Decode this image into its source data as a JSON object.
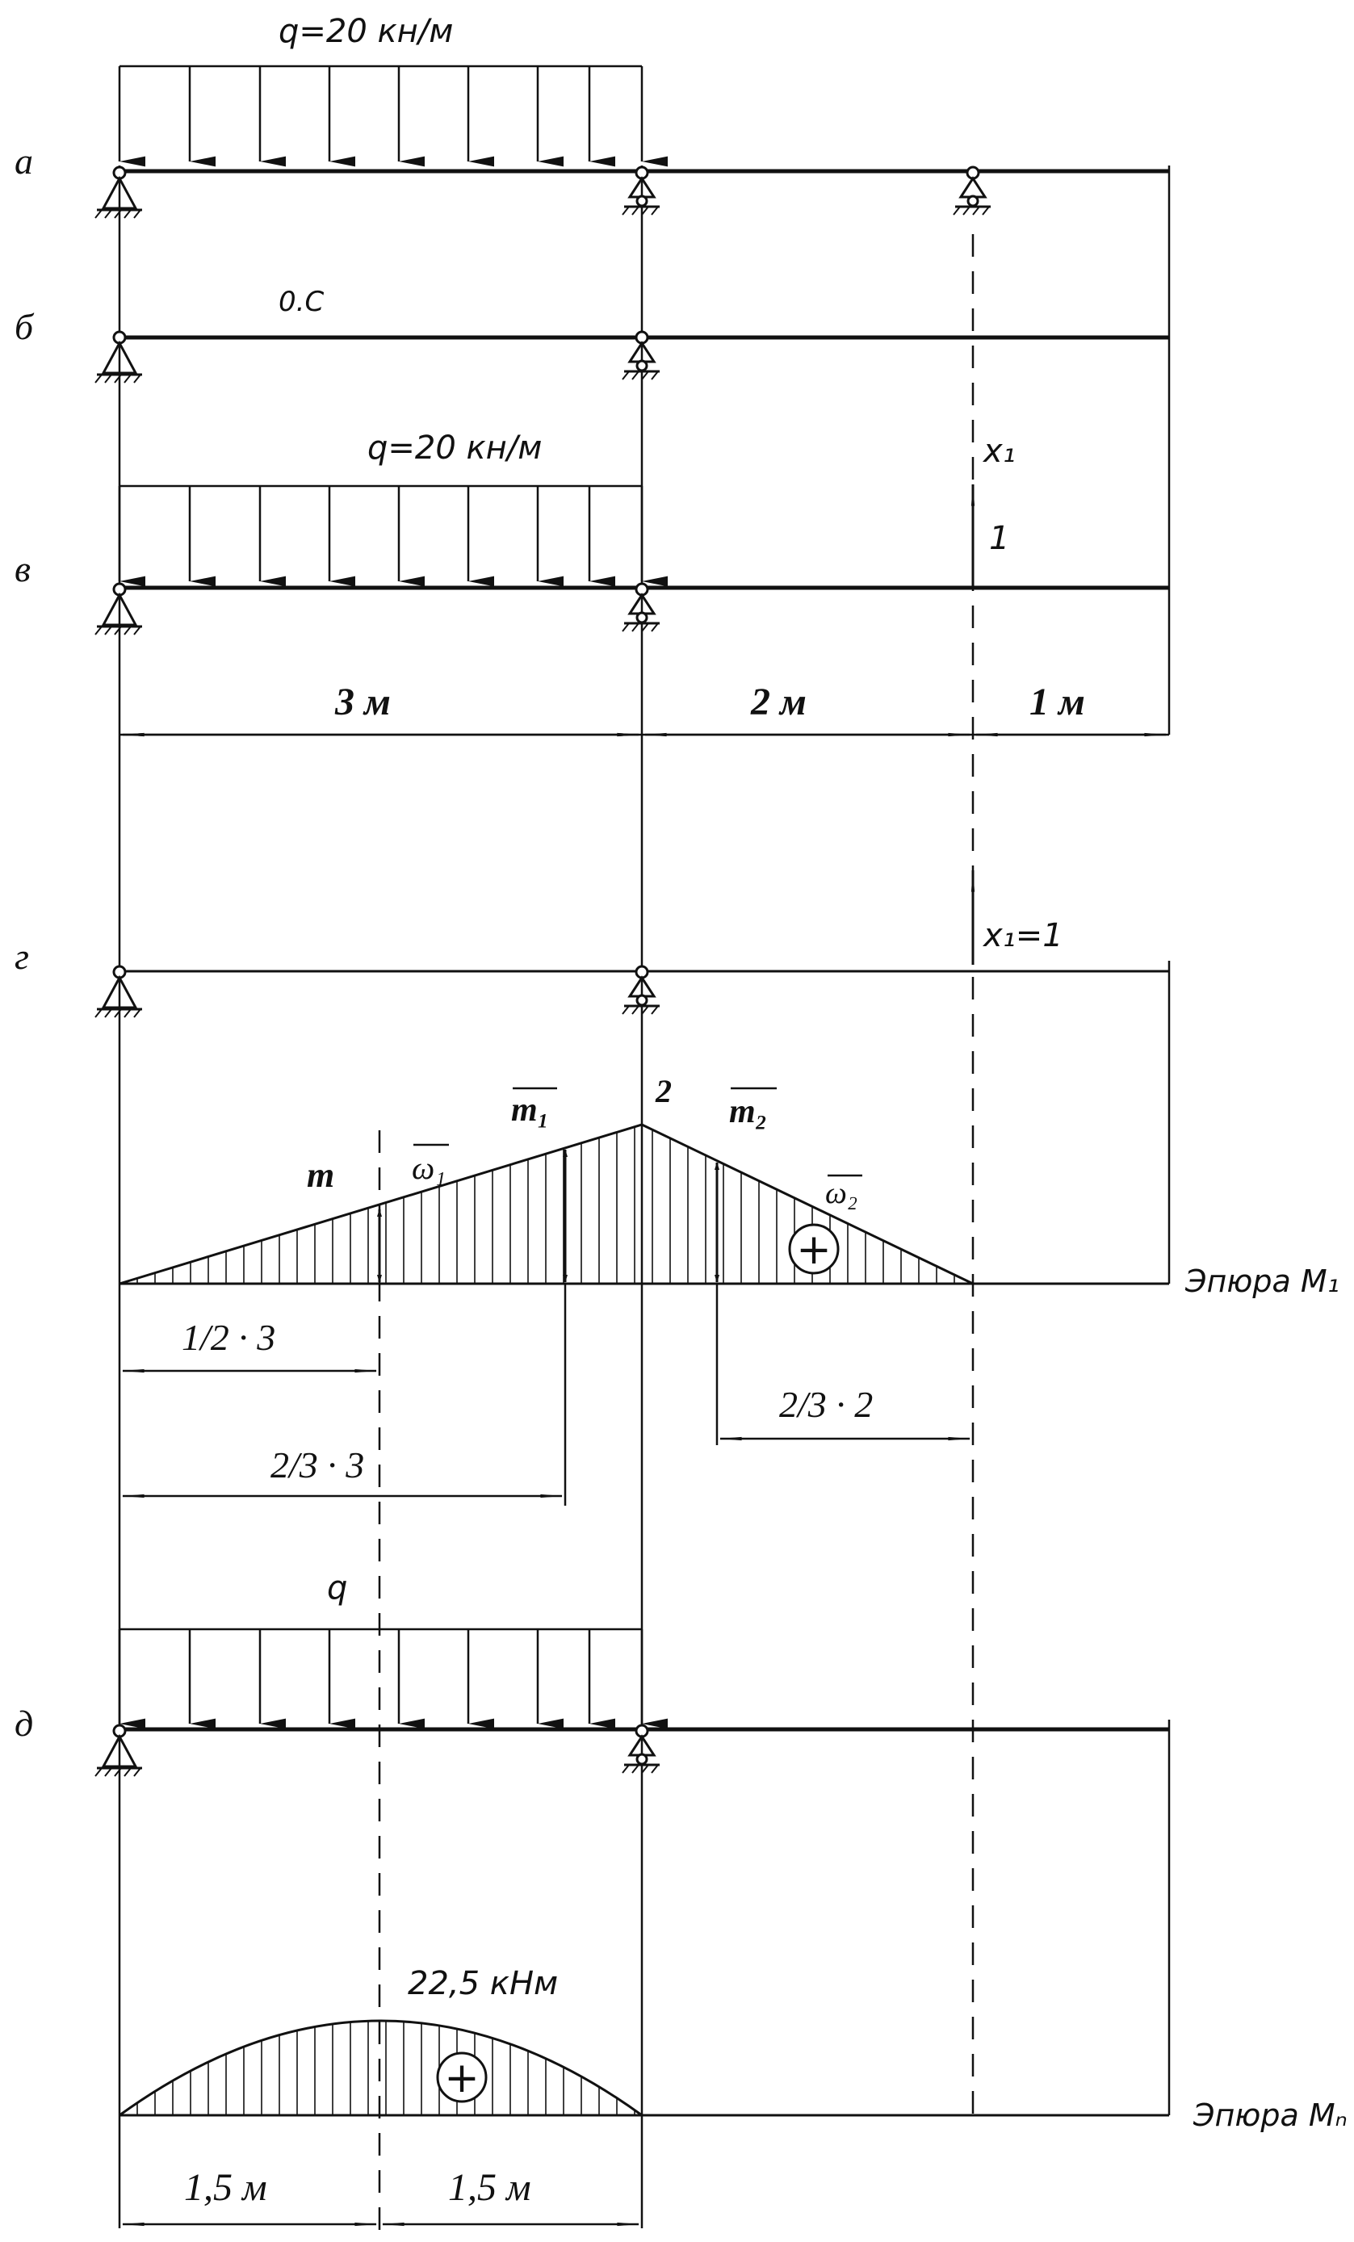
{
  "row_labels": {
    "a": "а",
    "b": "б",
    "v": "в",
    "g": "г",
    "d": "д"
  },
  "loads": {
    "q_a": "q=20 кн/м",
    "q_v": "q=20 кн/м",
    "q_d": "q"
  },
  "basic_system": "0.С",
  "x1_label": "x₁",
  "unit_force": "1",
  "x1_eq1": "x₁=1",
  "dims": {
    "span1": "3 м",
    "span2": "2 м",
    "span3": "1 м",
    "half_left": "1,5 м",
    "half_right": "1,5 м"
  },
  "epure_m1": {
    "peak": "2",
    "m": "m",
    "omega1": "ω₁",
    "m1": "m₁",
    "m2": "m₂",
    "omega2": "ω₂",
    "d1": "1/2 · 3",
    "d2": "2/3 · 3",
    "d3": "2/3 · 2",
    "title": "Эпюра M₁",
    "sign": "+"
  },
  "epure_mp": {
    "value": "22,5 кНм",
    "title": "Эпюра Mₙ",
    "sign": "+"
  },
  "colors": {
    "ink": "#111111",
    "background": "#ffffff"
  }
}
